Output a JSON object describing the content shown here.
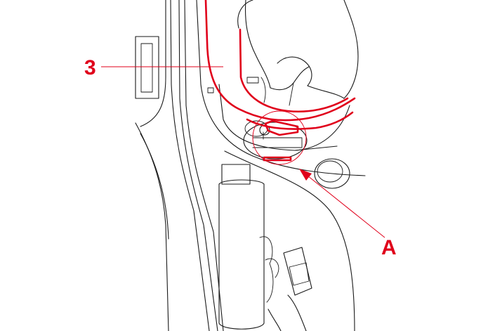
{
  "diagram": {
    "callouts": [
      {
        "id": "part-3",
        "label": "3"
      },
      {
        "id": "detail-a",
        "label": "A"
      }
    ],
    "colors": {
      "highlight": "#e0001b",
      "line": "#1a1a1a",
      "background": "#ffffff"
    }
  }
}
